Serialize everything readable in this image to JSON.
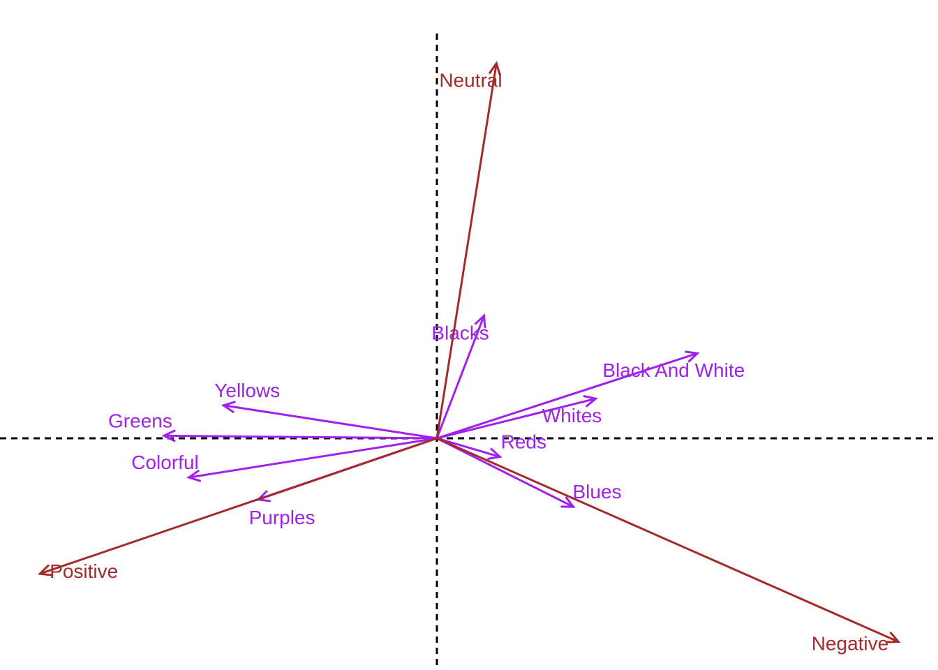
{
  "chart_data": {
    "type": "scatter",
    "title": "",
    "xlabel": "",
    "ylabel": "",
    "xlim": [
      -0.9,
      1.0
    ],
    "ylim": [
      -0.47,
      0.83
    ],
    "grid": false,
    "origin_lines": "dashed",
    "colors": {
      "group_a": "#A52A2A",
      "group_b": "#A020F0",
      "origin_line": "#000000"
    },
    "series": [
      {
        "group": "group_a",
        "vectors": [
          {
            "label": "Neutral",
            "x": 0.12,
            "y": 0.728
          },
          {
            "label": "Positive",
            "x": -0.8,
            "y": -0.263
          },
          {
            "label": "Negative",
            "x": 0.93,
            "y": -0.395
          }
        ]
      },
      {
        "group": "group_b",
        "vectors": [
          {
            "label": "Blacks",
            "x": 0.095,
            "y": 0.238
          },
          {
            "label": "Black And White",
            "x": 0.525,
            "y": 0.165
          },
          {
            "label": "Whites",
            "x": 0.32,
            "y": 0.077
          },
          {
            "label": "Reds",
            "x": 0.127,
            "y": -0.036
          },
          {
            "label": "Blues",
            "x": 0.275,
            "y": -0.133
          },
          {
            "label": "Yellows",
            "x": -0.43,
            "y": 0.064
          },
          {
            "label": "Greens",
            "x": -0.55,
            "y": 0.005
          },
          {
            "label": "Colorful",
            "x": -0.5,
            "y": -0.076
          },
          {
            "label": "Purples",
            "x": -0.36,
            "y": -0.119
          }
        ]
      }
    ]
  }
}
